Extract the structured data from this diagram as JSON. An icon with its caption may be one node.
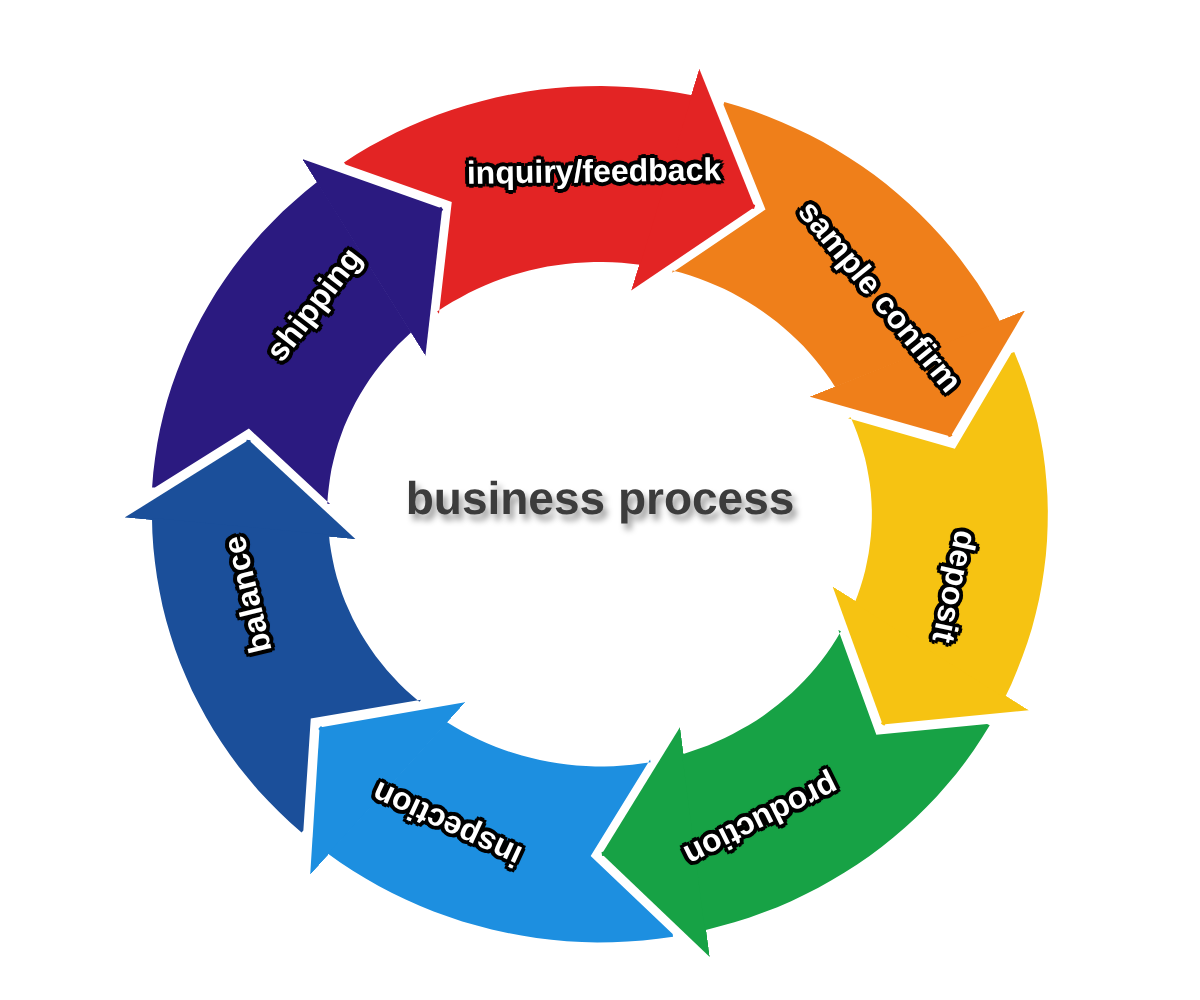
{
  "diagram": {
    "title": "business process",
    "nodes": [
      {
        "text": [
          "inquiry/feedback"
        ]
      },
      {
        "text": [
          "sample confirm"
        ]
      },
      {
        "text": [
          "deposit"
        ]
      },
      {
        "text": [
          "production"
        ]
      },
      {
        "text": [
          "inspection"
        ]
      },
      {
        "text": [
          "balance"
        ]
      },
      {
        "text": [
          "shipping"
        ]
      }
    ],
    "edges": [
      {
        "from": 0,
        "to": 1,
        "arrow": "to",
        "color": "#e32424"
      },
      {
        "from": 1,
        "to": 2,
        "arrow": "to",
        "color": "#ef7f1a"
      },
      {
        "from": 2,
        "to": 3,
        "arrow": "to",
        "color": "#f6c312"
      },
      {
        "from": 3,
        "to": 4,
        "arrow": "to",
        "color": "#17a245"
      },
      {
        "from": 4,
        "to": 5,
        "arrow": "to",
        "color": "#1d8fe0"
      },
      {
        "from": 5,
        "to": 6,
        "arrow": "to",
        "color": "#1b4f9a"
      },
      {
        "from": 6,
        "to": 0,
        "arrow": "to",
        "color": "#2b1a80"
      }
    ]
  }
}
